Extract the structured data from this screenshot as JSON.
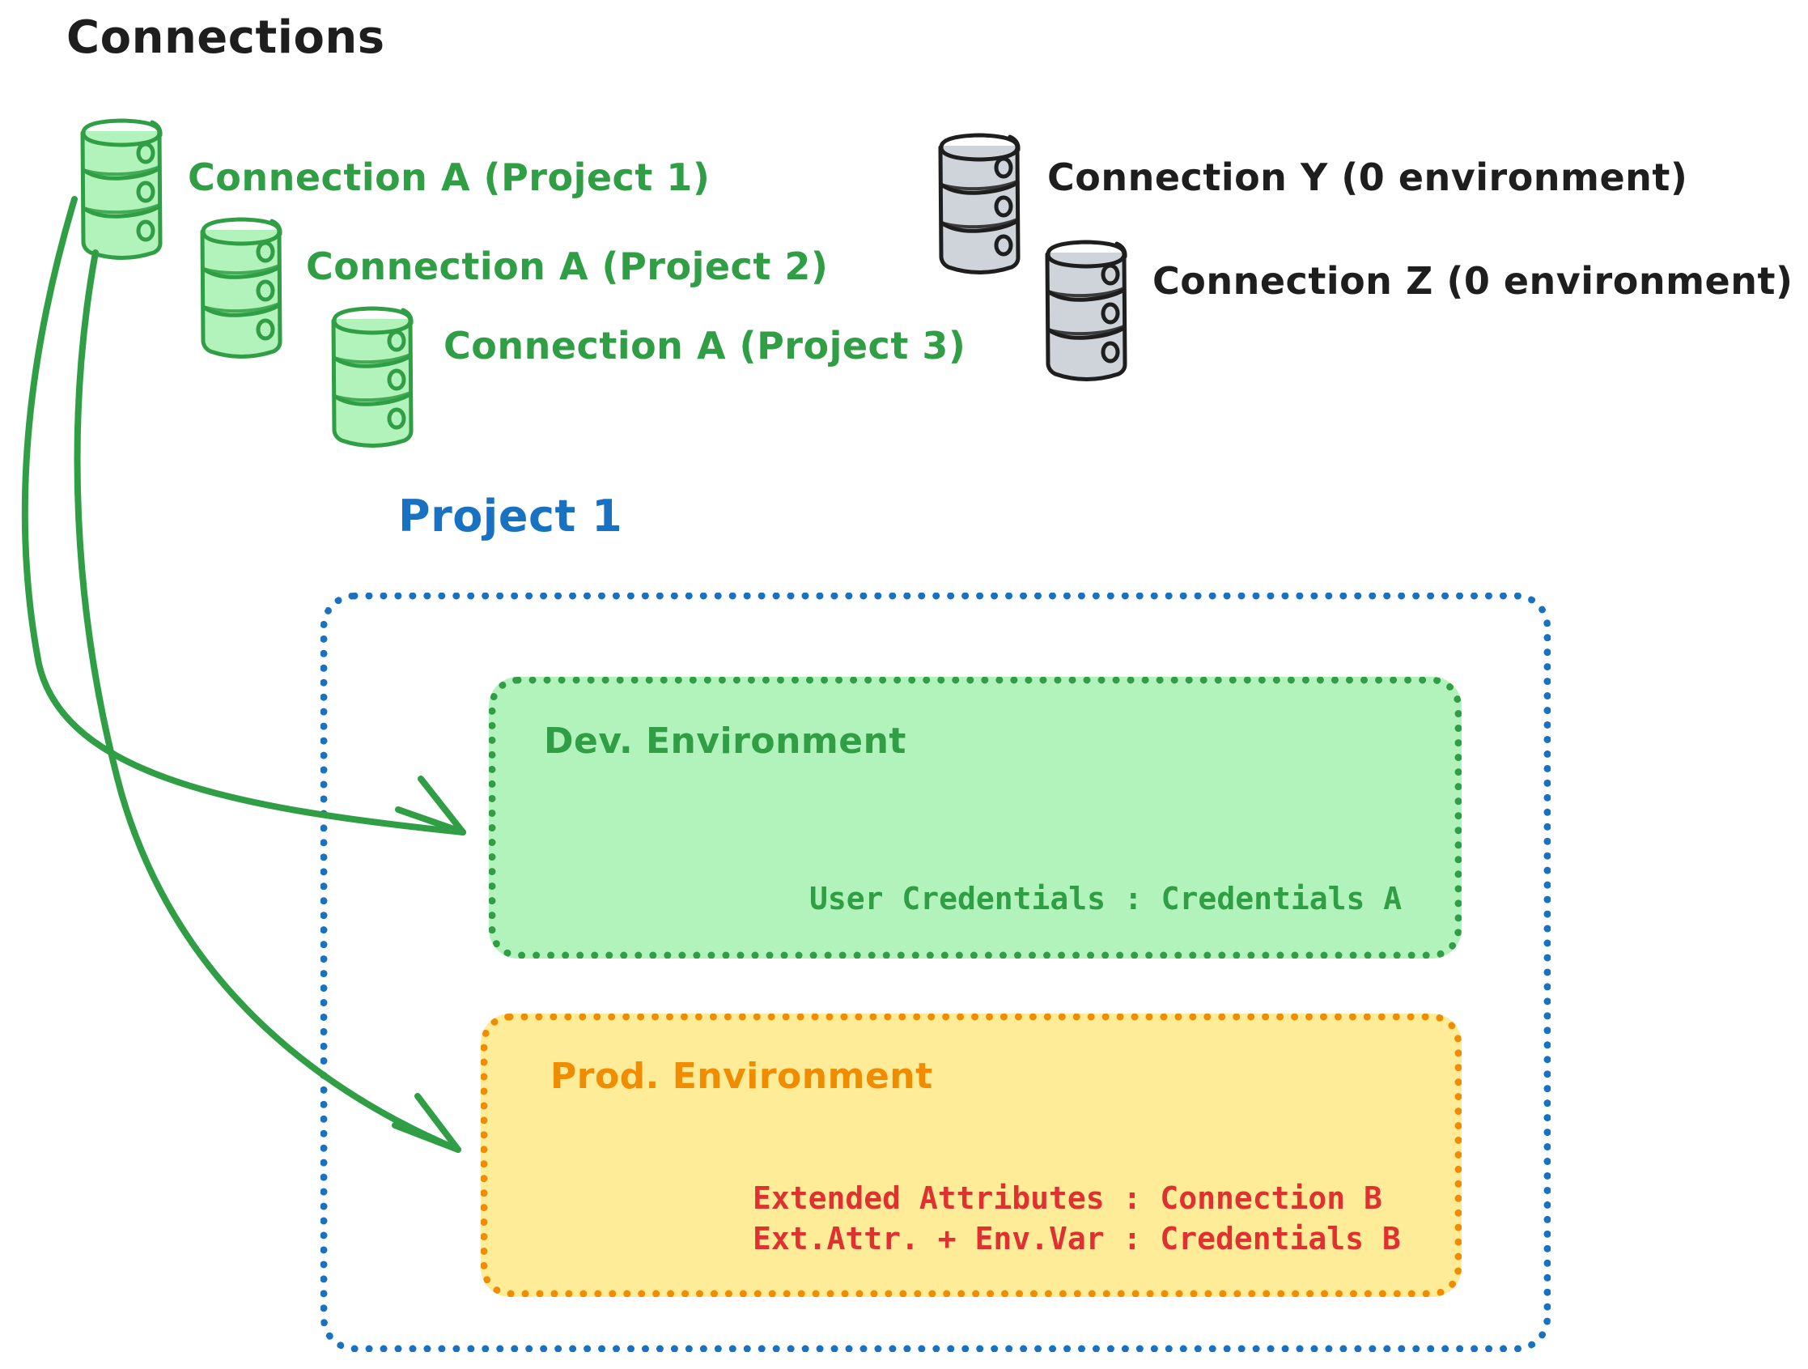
{
  "title": "Connections",
  "colors": {
    "green_stroke": "#2f9e44",
    "green_fill": "#b2f2bb",
    "gray_stroke": "#1e1e1e",
    "gray_fill": "#ced4da",
    "blue": "#1971c2",
    "orange": "#f08c00",
    "yellow_fill": "#ffec99",
    "red": "#e03131",
    "black": "#1e1e1e",
    "background": "#ffffff"
  },
  "connections": [
    {
      "id": "conn-a-project-1",
      "label": "Connection A (Project 1)",
      "color": "green"
    },
    {
      "id": "conn-a-project-2",
      "label": "Connection A (Project 2)",
      "color": "green"
    },
    {
      "id": "conn-a-project-3",
      "label": "Connection A (Project 3)",
      "color": "green"
    },
    {
      "id": "conn-y",
      "label": "Connection Y (0 environment)",
      "color": "gray"
    },
    {
      "id": "conn-z",
      "label": "Connection Z (0 environment)",
      "color": "gray"
    }
  ],
  "project": {
    "label": "Project 1",
    "environments": [
      {
        "id": "dev",
        "label": "Dev. Environment",
        "accent": "#2f9e44",
        "fill": "#b2f2bb",
        "lines": [
          "User Credentials : Credentials A"
        ]
      },
      {
        "id": "prod",
        "label": "Prod. Environment",
        "accent": "#f08c00",
        "fill": "#ffec99",
        "lines": [
          "Extended Attributes : Connection B",
          "Ext.Attr. + Env.Var : Credentials B"
        ]
      }
    ]
  },
  "arrows": [
    {
      "id": "arrow-to-dev",
      "from": "conn-a-project-1",
      "to": "dev"
    },
    {
      "id": "arrow-to-prod",
      "from": "conn-a-project-1",
      "to": "prod"
    }
  ],
  "icons": {
    "database": "database-icon"
  }
}
